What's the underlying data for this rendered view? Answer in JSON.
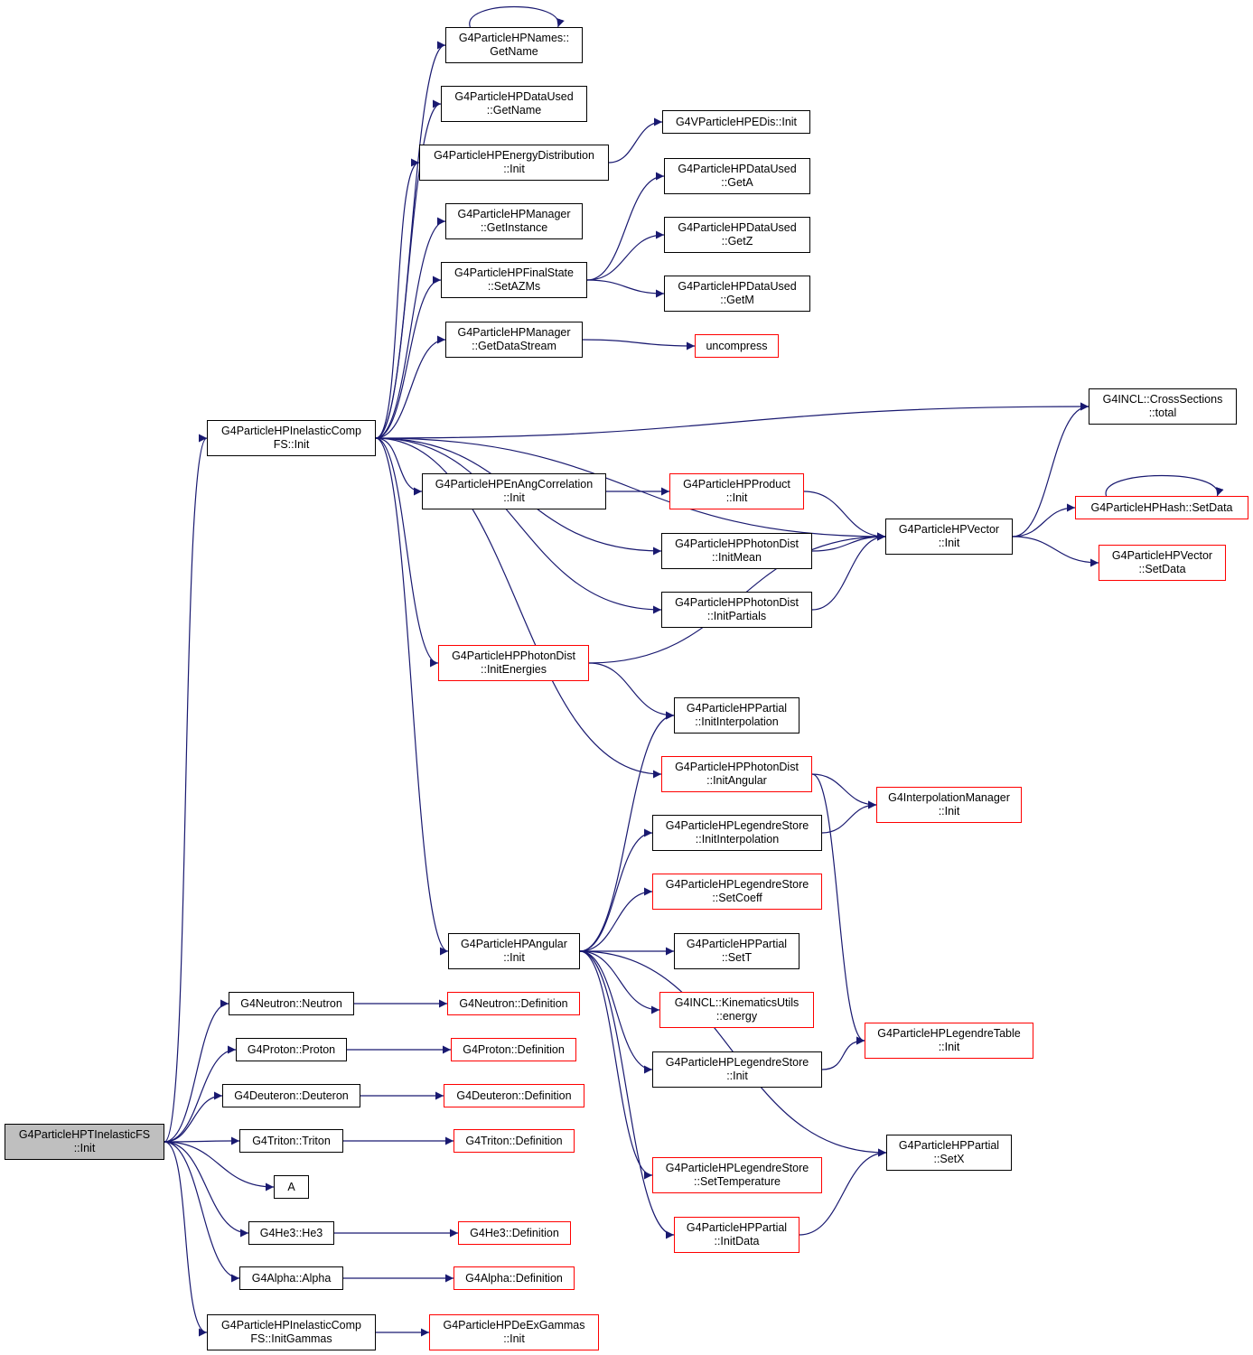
{
  "colors": {
    "edge": "#191970",
    "box_border": "#000000",
    "truncated_border": "#ff0000",
    "root_fill": "#bfbfbf"
  },
  "nodes": {
    "root": [
      "G4ParticleHPTInelasticFS",
      "::Init"
    ],
    "compInit": [
      "G4ParticleHPInelasticComp",
      "FS::Init"
    ],
    "namesGetName": [
      "G4ParticleHPNames::",
      "GetName"
    ],
    "dataUsedGetName": [
      "G4ParticleHPDataUsed",
      "::GetName"
    ],
    "energyDistInit": [
      "G4ParticleHPEnergyDistribution",
      "::Init"
    ],
    "vEDisInit": [
      "G4VParticleHPEDis::Init"
    ],
    "managerGetInstance": [
      "G4ParticleHPManager",
      "::GetInstance"
    ],
    "getA": [
      "G4ParticleHPDataUsed",
      "::GetA"
    ],
    "getZ": [
      "G4ParticleHPDataUsed",
      "::GetZ"
    ],
    "setAZMs": [
      "G4ParticleHPFinalState",
      "::SetAZMs"
    ],
    "getM": [
      "G4ParticleHPDataUsed",
      "::GetM"
    ],
    "getDataStream": [
      "G4ParticleHPManager",
      "::GetDataStream"
    ],
    "uncompress": [
      "uncompress"
    ],
    "crossTotal": [
      "G4INCL::CrossSections",
      "::total"
    ],
    "enAngInit": [
      "G4ParticleHPEnAngCorrelation",
      "::Init"
    ],
    "productInit": [
      "G4ParticleHPProduct",
      "::Init"
    ],
    "vectorInit": [
      "G4ParticleHPVector",
      "::Init"
    ],
    "hashSetData": [
      "G4ParticleHPHash::SetData"
    ],
    "vectorSetData": [
      "G4ParticleHPVector",
      "::SetData"
    ],
    "initMean": [
      "G4ParticleHPPhotonDist",
      "::InitMean"
    ],
    "initPartials": [
      "G4ParticleHPPhotonDist",
      "::InitPartials"
    ],
    "initEnergies": [
      "G4ParticleHPPhotonDist",
      "::InitEnergies"
    ],
    "partialInitInterp": [
      "G4ParticleHPPartial",
      "::InitInterpolation"
    ],
    "initAngular": [
      "G4ParticleHPPhotonDist",
      "::InitAngular"
    ],
    "interpMgrInit": [
      "G4InterpolationManager",
      "::Init"
    ],
    "legInitInterp": [
      "G4ParticleHPLegendreStore",
      "::InitInterpolation"
    ],
    "legSetCoeff": [
      "G4ParticleHPLegendreStore",
      "::SetCoeff"
    ],
    "angularInit": [
      "G4ParticleHPAngular",
      "::Init"
    ],
    "partialSetT": [
      "G4ParticleHPPartial",
      "::SetT"
    ],
    "kinEnergy": [
      "G4INCL::KinematicsUtils",
      "::energy"
    ],
    "legTableInit": [
      "G4ParticleHPLegendreTable",
      "::Init"
    ],
    "legStoreInit": [
      "G4ParticleHPLegendreStore",
      "::Init"
    ],
    "partialSetX": [
      "G4ParticleHPPartial",
      "::SetX"
    ],
    "legSetTemp": [
      "G4ParticleHPLegendreStore",
      "::SetTemperature"
    ],
    "partialInitData": [
      "G4ParticleHPPartial",
      "::InitData"
    ],
    "neutron": [
      "G4Neutron::Neutron"
    ],
    "neutronDef": [
      "G4Neutron::Definition"
    ],
    "proton": [
      "G4Proton::Proton"
    ],
    "protonDef": [
      "G4Proton::Definition"
    ],
    "deuteron": [
      "G4Deuteron::Deuteron"
    ],
    "deuteronDef": [
      "G4Deuteron::Definition"
    ],
    "triton": [
      "G4Triton::Triton"
    ],
    "tritonDef": [
      "G4Triton::Definition"
    ],
    "A": [
      "A"
    ],
    "he3": [
      "G4He3::He3"
    ],
    "he3Def": [
      "G4He3::Definition"
    ],
    "alpha": [
      "G4Alpha::Alpha"
    ],
    "alphaDef": [
      "G4Alpha::Definition"
    ],
    "initGammas": [
      "G4ParticleHPInelasticComp",
      "FS::InitGammas"
    ],
    "deExInit": [
      "G4ParticleHPDeExGammas",
      "::Init"
    ]
  },
  "edges": [
    [
      "root",
      "compInit"
    ],
    [
      "root",
      "neutron"
    ],
    [
      "root",
      "proton"
    ],
    [
      "root",
      "deuteron"
    ],
    [
      "root",
      "triton"
    ],
    [
      "root",
      "A"
    ],
    [
      "root",
      "he3"
    ],
    [
      "root",
      "alpha"
    ],
    [
      "root",
      "initGammas"
    ],
    [
      "compInit",
      "namesGetName"
    ],
    [
      "compInit",
      "dataUsedGetName"
    ],
    [
      "compInit",
      "energyDistInit"
    ],
    [
      "compInit",
      "managerGetInstance"
    ],
    [
      "compInit",
      "setAZMs"
    ],
    [
      "compInit",
      "getDataStream"
    ],
    [
      "compInit",
      "crossTotal"
    ],
    [
      "compInit",
      "vectorInit"
    ],
    [
      "compInit",
      "enAngInit"
    ],
    [
      "compInit",
      "initMean"
    ],
    [
      "compInit",
      "initPartials"
    ],
    [
      "compInit",
      "initEnergies"
    ],
    [
      "compInit",
      "initAngular"
    ],
    [
      "compInit",
      "angularInit"
    ],
    [
      "namesGetName",
      "namesGetName"
    ],
    [
      "energyDistInit",
      "vEDisInit"
    ],
    [
      "setAZMs",
      "getA"
    ],
    [
      "setAZMs",
      "getZ"
    ],
    [
      "setAZMs",
      "getM"
    ],
    [
      "getDataStream",
      "uncompress"
    ],
    [
      "enAngInit",
      "productInit"
    ],
    [
      "productInit",
      "vectorInit"
    ],
    [
      "initMean",
      "vectorInit"
    ],
    [
      "initPartials",
      "vectorInit"
    ],
    [
      "initEnergies",
      "vectorInit"
    ],
    [
      "initEnergies",
      "partialInitInterp"
    ],
    [
      "vectorInit",
      "crossTotal"
    ],
    [
      "vectorInit",
      "hashSetData"
    ],
    [
      "vectorInit",
      "vectorSetData"
    ],
    [
      "hashSetData",
      "hashSetData"
    ],
    [
      "initAngular",
      "interpMgrInit"
    ],
    [
      "initAngular",
      "legTableInit"
    ],
    [
      "legInitInterp",
      "interpMgrInit"
    ],
    [
      "angularInit",
      "partialInitInterp"
    ],
    [
      "angularInit",
      "legInitInterp"
    ],
    [
      "angularInit",
      "legSetCoeff"
    ],
    [
      "angularInit",
      "partialSetT"
    ],
    [
      "angularInit",
      "kinEnergy"
    ],
    [
      "angularInit",
      "legStoreInit"
    ],
    [
      "angularInit",
      "partialSetX"
    ],
    [
      "angularInit",
      "legSetTemp"
    ],
    [
      "angularInit",
      "partialInitData"
    ],
    [
      "legStoreInit",
      "legTableInit"
    ],
    [
      "partialInitData",
      "partialSetX"
    ],
    [
      "neutron",
      "neutronDef"
    ],
    [
      "proton",
      "protonDef"
    ],
    [
      "deuteron",
      "deuteronDef"
    ],
    [
      "triton",
      "tritonDef"
    ],
    [
      "he3",
      "he3Def"
    ],
    [
      "alpha",
      "alphaDef"
    ],
    [
      "initGammas",
      "deExInit"
    ]
  ]
}
